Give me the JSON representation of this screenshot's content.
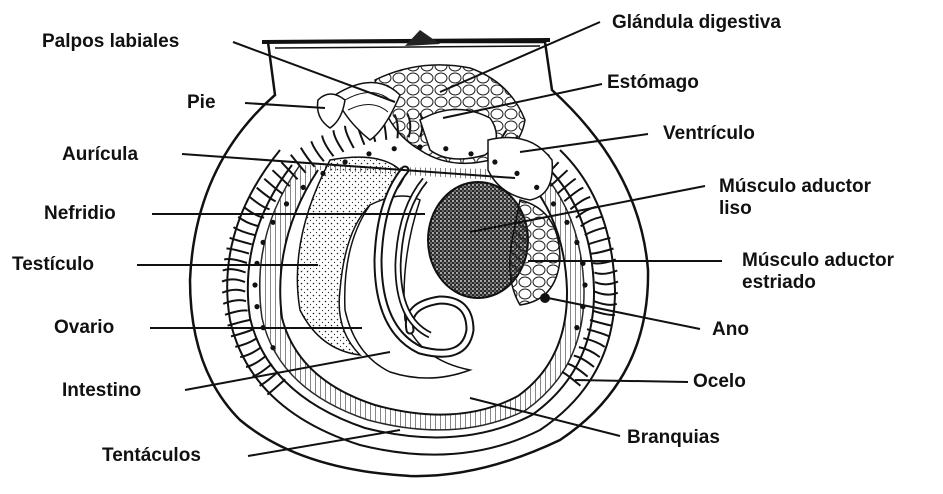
{
  "labels": {
    "palpos_labiales": "Palpos labiales",
    "glandula_digestiva": "Glándula digestiva",
    "estomago": "Estómago",
    "pie": "Pie",
    "ventriculo": "Ventrículo",
    "auricula": "Aurícula",
    "musculo_aductor_liso": "Músculo aductor\nliso",
    "nefridio": "Nefridio",
    "testiculo": "Testículo",
    "musculo_aductor_estriado": "Músculo aductor\nestriado",
    "ovario": "Ovario",
    "ano": "Ano",
    "intestino": "Intestino",
    "ocelo": "Ocelo",
    "branquias": "Branquias",
    "tentaculos": "Tentáculos"
  },
  "colors": {
    "ink": "#111111",
    "background": "#ffffff"
  }
}
